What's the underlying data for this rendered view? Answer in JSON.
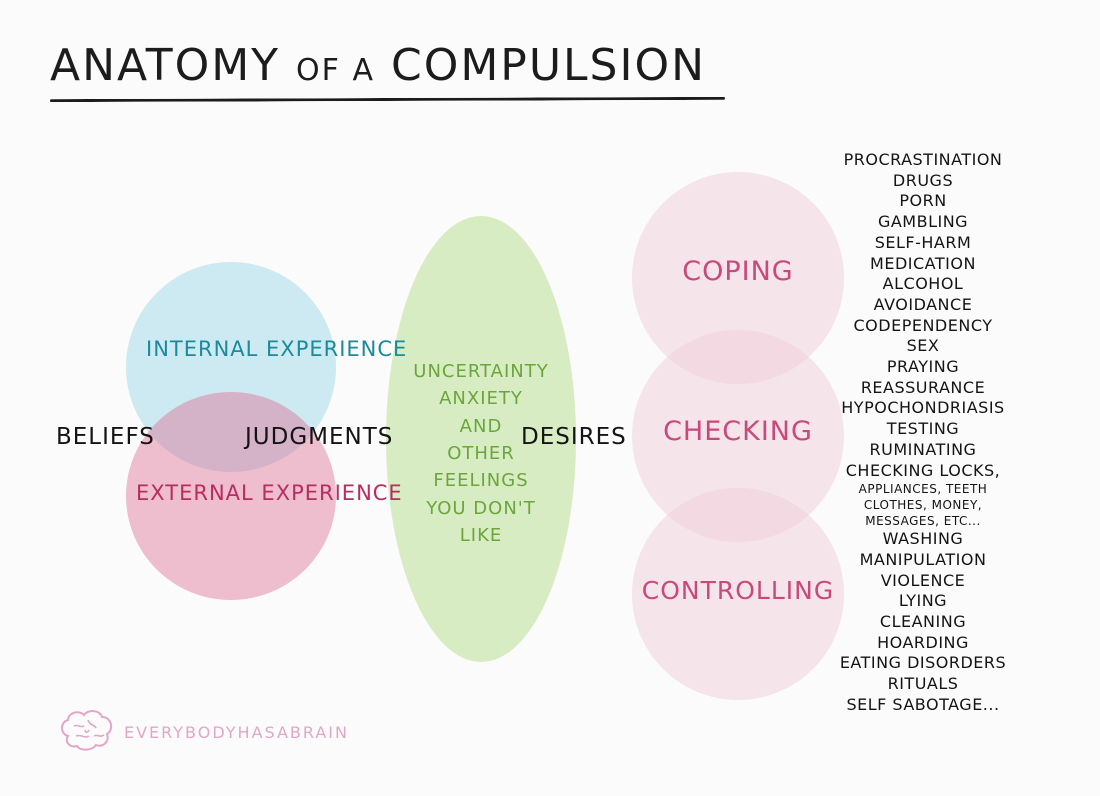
{
  "title": {
    "main": "ANATOMY",
    "of": "OF A",
    "end": "COMPULSION"
  },
  "circles": {
    "internal": "INTERNAL EXPERIENCE",
    "external": "EXTERNAL EXPERIENCE",
    "feelings": [
      "UNCERTAINTY",
      "ANXIETY",
      "AND",
      "OTHER",
      "FEELINGS",
      "YOU DON'T",
      "LIKE"
    ],
    "coping": "COPING",
    "checking": "CHECKING",
    "controlling": "CONTROLLING"
  },
  "flow": {
    "beliefs": "BELIEFS",
    "judgments": "JUDGMENTS",
    "desires": "DESIRES"
  },
  "compulsions": [
    "PROCRASTINATION",
    "DRUGS",
    "PORN",
    "GAMBLING",
    "SELF-HARM",
    "MEDICATION",
    "ALCOHOL",
    "AVOIDANCE",
    "CODEPENDENCY",
    "SEX",
    "PRAYING",
    "REASSURANCE",
    "HYPOCHONDRIASIS",
    "TESTING",
    "RUMINATING",
    "CHECKING LOCKS,",
    "APPLIANCES, TEETH",
    "CLOTHES, MONEY,",
    "MESSAGES, etc...",
    "WASHING",
    "MANIPULATION",
    "VIOLENCE",
    "LYING",
    "CLEANING",
    "HOARDING",
    "EATING DISORDERS",
    "RITUALS",
    "SELF SABOTAGE..."
  ],
  "brand": {
    "name": "EVERYBODYHASABRAIN",
    "logo_icon": "brain-icon"
  },
  "colors": {
    "internal": "#bee3ee",
    "external": "#dd7096",
    "feelings": "#b9e096",
    "pink_circle": "#f0cdda",
    "teal_text": "#1b8a9c",
    "maroon_text": "#b82c5e",
    "green_text": "#6ba63b",
    "pink_text": "#c8497b",
    "brand": "#e2a6c6"
  }
}
